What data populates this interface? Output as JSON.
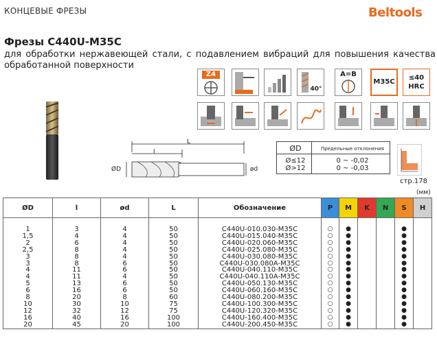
{
  "header": {
    "section_label": "КОНЦЕВЫЕ ФРЕЗЫ",
    "brand": "Beltools"
  },
  "product": {
    "title": "Фрезы C440U-M35C",
    "description": "для обработки нержавеющей стали, с подавлением вибраций для повышения качества обработанной поверхности"
  },
  "icons": {
    "row1": [
      {
        "name": "flutes-z4-icon",
        "text": "Z4"
      },
      {
        "name": "square-end-icon",
        "text": ""
      },
      {
        "name": "increasing-bars-icon",
        "text": ""
      },
      {
        "name": "helix-40-icon",
        "text": "40°"
      },
      {
        "name": "tolerance-a-b-icon",
        "text": "A=B"
      },
      {
        "name": "material-m35c-icon",
        "text": "M35C"
      },
      {
        "name": "hardness-hrc-icon",
        "text": "≤40 HRC"
      }
    ],
    "row2": [
      "slotting-icon",
      "side-milling-icon",
      "ramping-icon",
      "spiral-icon",
      "plunge-icon",
      "profiling-icon",
      "drilling-icon"
    ],
    "colors": {
      "accent": "#e86a1c",
      "border": "#8a8a8a"
    }
  },
  "drawing": {
    "label_L": "L",
    "label_l": "l",
    "label_D": "ØD",
    "label_d": "ød"
  },
  "dim_table": {
    "headers": [
      "ØD",
      "Предельные отклонения"
    ],
    "rows": [
      [
        "Ø≤12",
        "0 ~ -0,02"
      ],
      [
        "Ø>12",
        "0 ~ -0,03"
      ]
    ]
  },
  "page_ref": "стр.178",
  "unit": "(мм)",
  "spec_table": {
    "headers": [
      "ØD",
      "l",
      "ød",
      "L",
      "Обозначение",
      "P",
      "M",
      "K",
      "N",
      "S",
      "H"
    ],
    "header_colors": {
      "P": "#3a8fd9",
      "M": "#f5d400",
      "K": "#e03a2e",
      "N": "#34a853",
      "S": "#f08a24",
      "H": "#d0d0d0"
    },
    "rows": [
      [
        "1",
        "3",
        "4",
        "50",
        "C440U-010.030-M35C",
        "○",
        "●",
        "",
        "",
        "●",
        ""
      ],
      [
        "1,5",
        "4",
        "4",
        "50",
        "C440U-015.040-M35C",
        "○",
        "●",
        "",
        "",
        "●",
        ""
      ],
      [
        "2",
        "6",
        "4",
        "50",
        "C440U-020.060-M35C",
        "○",
        "●",
        "",
        "",
        "●",
        ""
      ],
      [
        "2,5",
        "8",
        "4",
        "50",
        "C440U-025.080-M35C",
        "○",
        "●",
        "",
        "",
        "●",
        ""
      ],
      [
        "3",
        "8",
        "4",
        "50",
        "C440U-030.080-M35C",
        "○",
        "●",
        "",
        "",
        "●",
        ""
      ],
      [
        "3",
        "8",
        "6",
        "50",
        "C440U-030.080A-M35C",
        "○",
        "●",
        "",
        "",
        "●",
        ""
      ],
      [
        "4",
        "11",
        "6",
        "50",
        "C440U-040.110-M35C",
        "○",
        "●",
        "",
        "",
        "●",
        ""
      ],
      [
        "4",
        "11",
        "4",
        "50",
        "C440U-040.110A-M35C",
        "○",
        "●",
        "",
        "",
        "●",
        ""
      ],
      [
        "5",
        "13",
        "6",
        "50",
        "C440U-050.130-M35C",
        "○",
        "●",
        "",
        "",
        "●",
        ""
      ],
      [
        "6",
        "16",
        "6",
        "50",
        "C440U-060.160-M35C",
        "○",
        "●",
        "",
        "",
        "●",
        ""
      ],
      [
        "8",
        "20",
        "8",
        "60",
        "C440U-080.200-M35C",
        "○",
        "●",
        "",
        "",
        "●",
        ""
      ],
      [
        "10",
        "30",
        "10",
        "75",
        "C440U-100.300-M35C",
        "○",
        "●",
        "",
        "",
        "●",
        ""
      ],
      [
        "12",
        "32",
        "12",
        "75",
        "C440U-120.320-M35C",
        "○",
        "●",
        "",
        "",
        "●",
        ""
      ],
      [
        "16",
        "40",
        "16",
        "100",
        "C440U-160.400-M35C",
        "○",
        "●",
        "",
        "",
        "●",
        ""
      ],
      [
        "20",
        "45",
        "20",
        "100",
        "C440U-200.450-M35C",
        "○",
        "●",
        "",
        "",
        "●",
        ""
      ]
    ]
  }
}
